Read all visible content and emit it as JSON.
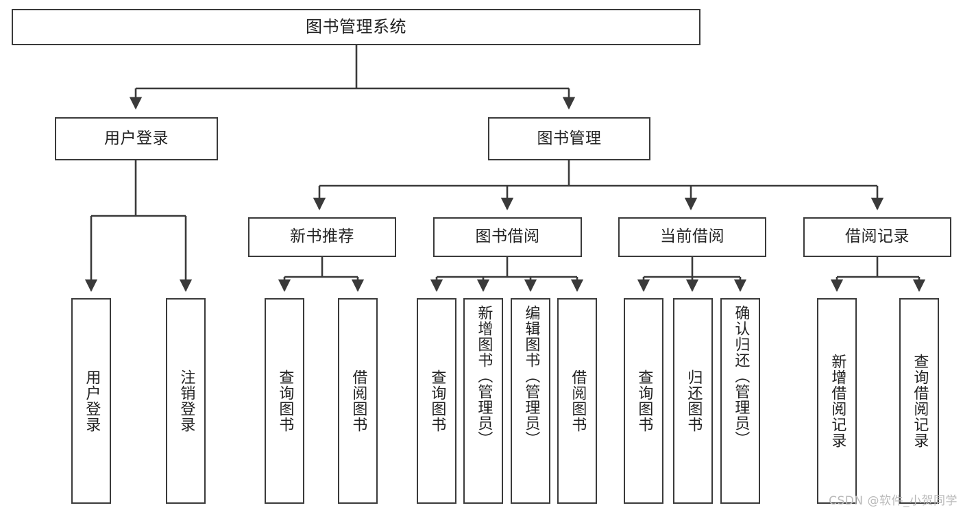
{
  "diagram": {
    "title": "图书管理系统",
    "watermark": "CSDN @软件_小贺同学",
    "line_color": "#3a3a3a",
    "box_fill": "#ffffff",
    "text_color": "#222222",
    "root": {
      "label": "图书管理系统",
      "level": 0
    },
    "level2": [
      {
        "label": "用户登录"
      },
      {
        "label": "图书管理"
      }
    ],
    "level3": [
      {
        "label": "新书推荐",
        "parent": "图书管理"
      },
      {
        "label": "图书借阅",
        "parent": "图书管理"
      },
      {
        "label": "当前借阅",
        "parent": "图书管理"
      },
      {
        "label": "借阅记录",
        "parent": "图书管理"
      }
    ],
    "leaves": [
      {
        "label": "用户登录",
        "parent": "用户登录"
      },
      {
        "label": "注销登录",
        "parent": "用户登录"
      },
      {
        "label": "查询图书",
        "parent": "新书推荐"
      },
      {
        "label": "借阅图书",
        "parent": "新书推荐"
      },
      {
        "label": "查询图书",
        "parent": "图书借阅"
      },
      {
        "label": "新增图书（管理员）",
        "parent": "图书借阅"
      },
      {
        "label": "编辑图书（管理员）",
        "parent": "图书借阅"
      },
      {
        "label": "借阅图书",
        "parent": "图书借阅"
      },
      {
        "label": "查询图书",
        "parent": "当前借阅"
      },
      {
        "label": "归还图书",
        "parent": "当前借阅"
      },
      {
        "label": "确认归还（管理员）",
        "parent": "当前借阅"
      },
      {
        "label": "新增借阅记录",
        "parent": "借阅记录"
      },
      {
        "label": "查询借阅记录",
        "parent": "借阅记录"
      }
    ]
  }
}
